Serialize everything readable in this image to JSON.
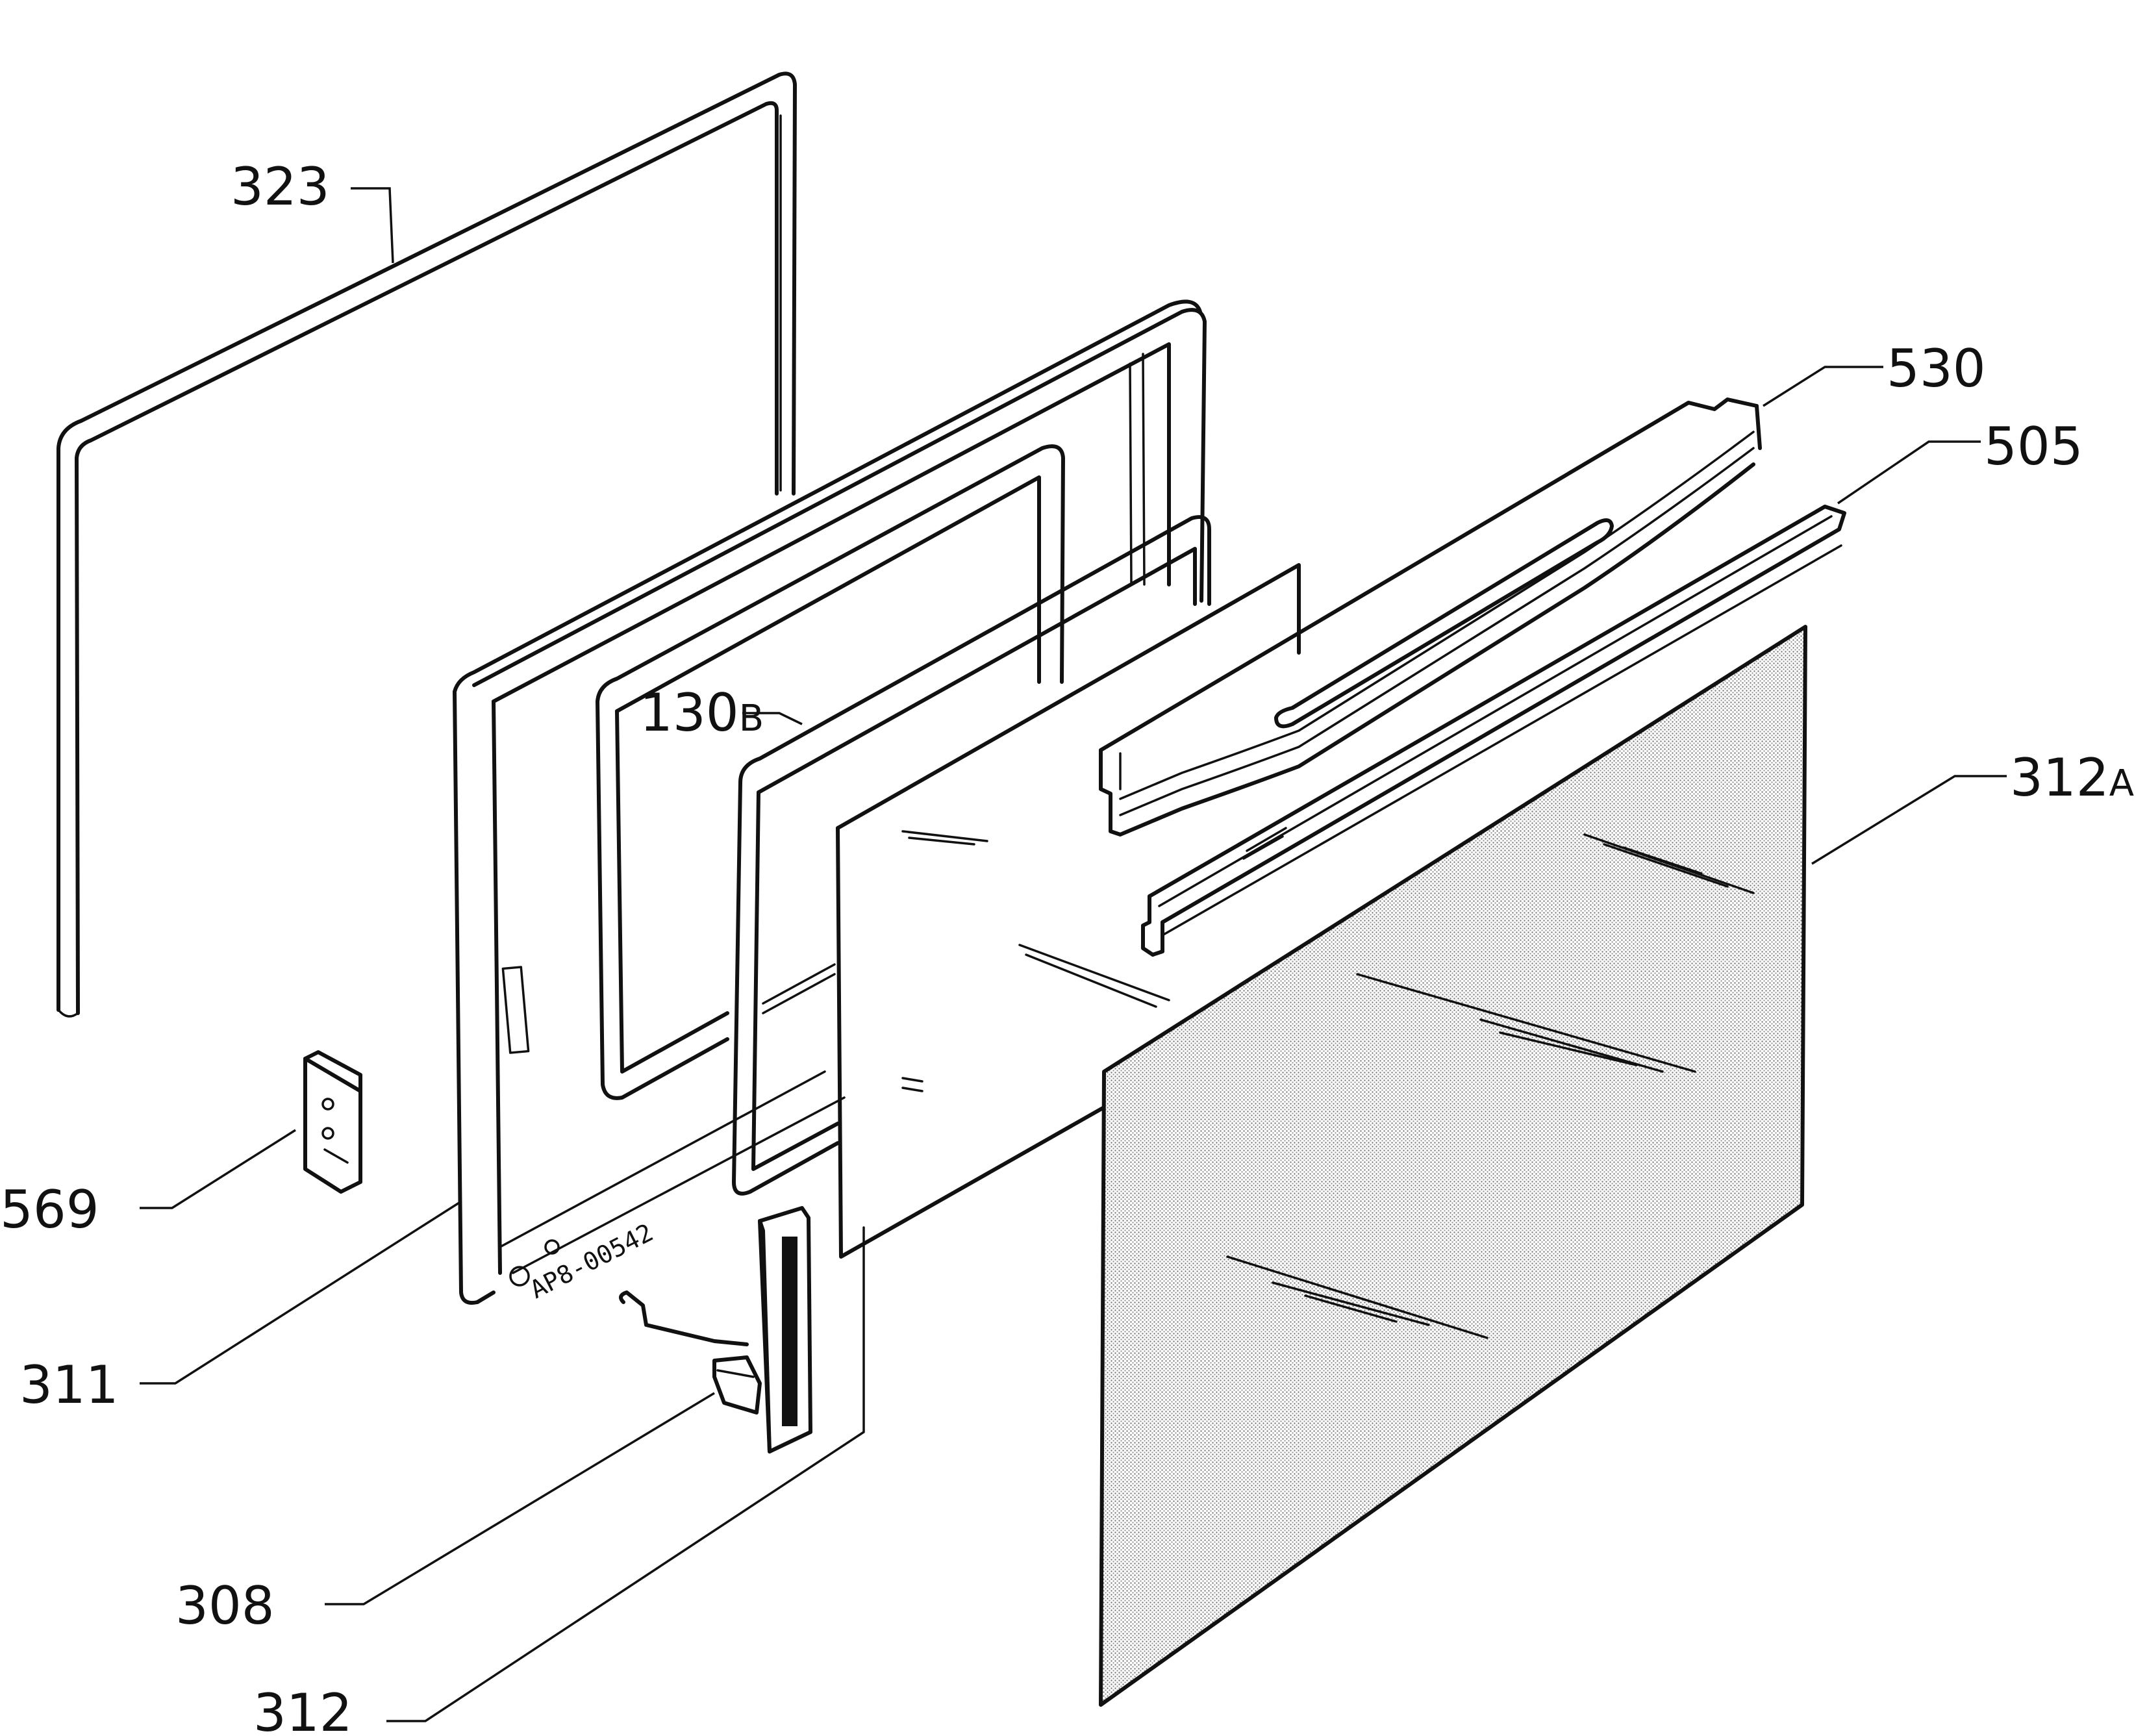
{
  "diagram": {
    "drawing_code": "AP8-00542",
    "labels": {
      "p323": "323",
      "p530": "530",
      "p505": "505",
      "p130b_num": "130",
      "p130b_suffix": "B",
      "p312a_num": "312",
      "p312a_suffix": "A",
      "p569": "569",
      "p311": "311",
      "p308": "308",
      "p312": "312"
    },
    "colors": {
      "line": "#111111",
      "background": "#ffffff",
      "glass_stipple": "#8a8a8a"
    }
  }
}
